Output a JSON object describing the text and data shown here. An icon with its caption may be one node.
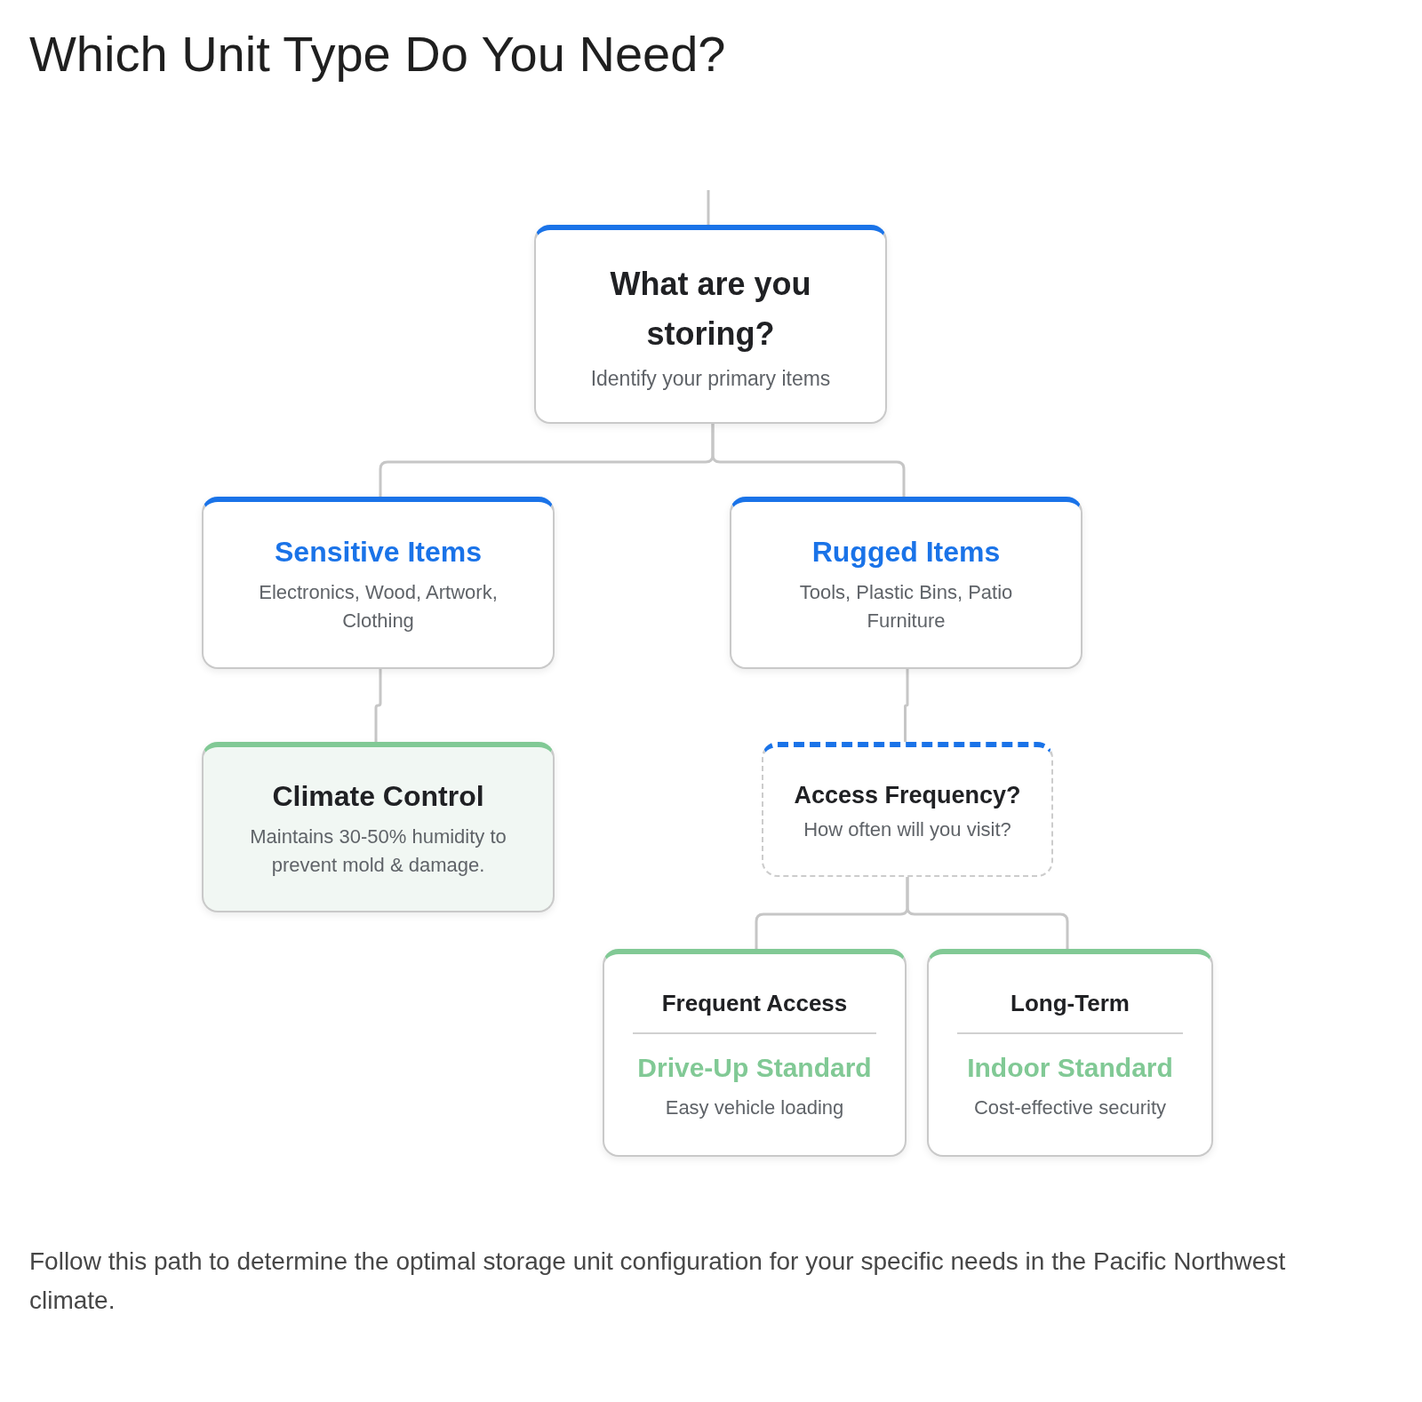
{
  "diagram": {
    "title": "Which Unit Type Do You Need?",
    "caption": "Follow this path to determine the optimal storage unit configuration for your specific needs in the Pacific Northwest climate.",
    "nodes": [
      {
        "text": [
          "What are you storing?",
          "Identify your primary items"
        ]
      },
      {
        "text": [
          "Sensitive Items",
          "Electronics, Wood, Artwork, Clothing"
        ]
      },
      {
        "text": [
          "Rugged Items",
          "Tools, Plastic Bins, Patio Furniture"
        ]
      },
      {
        "text": [
          "Climate Control",
          "Maintains 30-50% humidity to prevent mold & damage."
        ]
      },
      {
        "text": [
          "Access Frequency?",
          "How often will you visit?"
        ]
      },
      {
        "text": [
          "Frequent Access",
          "Drive-Up Standard",
          "Easy vehicle loading"
        ]
      },
      {
        "text": [
          "Long-Term",
          "Indoor Standard",
          "Cost-effective security"
        ]
      }
    ],
    "edges": [
      {
        "from": null,
        "to": 0,
        "arrow": "none"
      },
      {
        "from": 0,
        "to": 1,
        "arrow": "none"
      },
      {
        "from": 0,
        "to": 2,
        "arrow": "none"
      },
      {
        "from": 1,
        "to": 3,
        "arrow": "none"
      },
      {
        "from": 2,
        "to": 4,
        "arrow": "none"
      },
      {
        "from": 4,
        "to": 5,
        "arrow": "none"
      },
      {
        "from": 4,
        "to": 6,
        "arrow": "none"
      }
    ]
  }
}
